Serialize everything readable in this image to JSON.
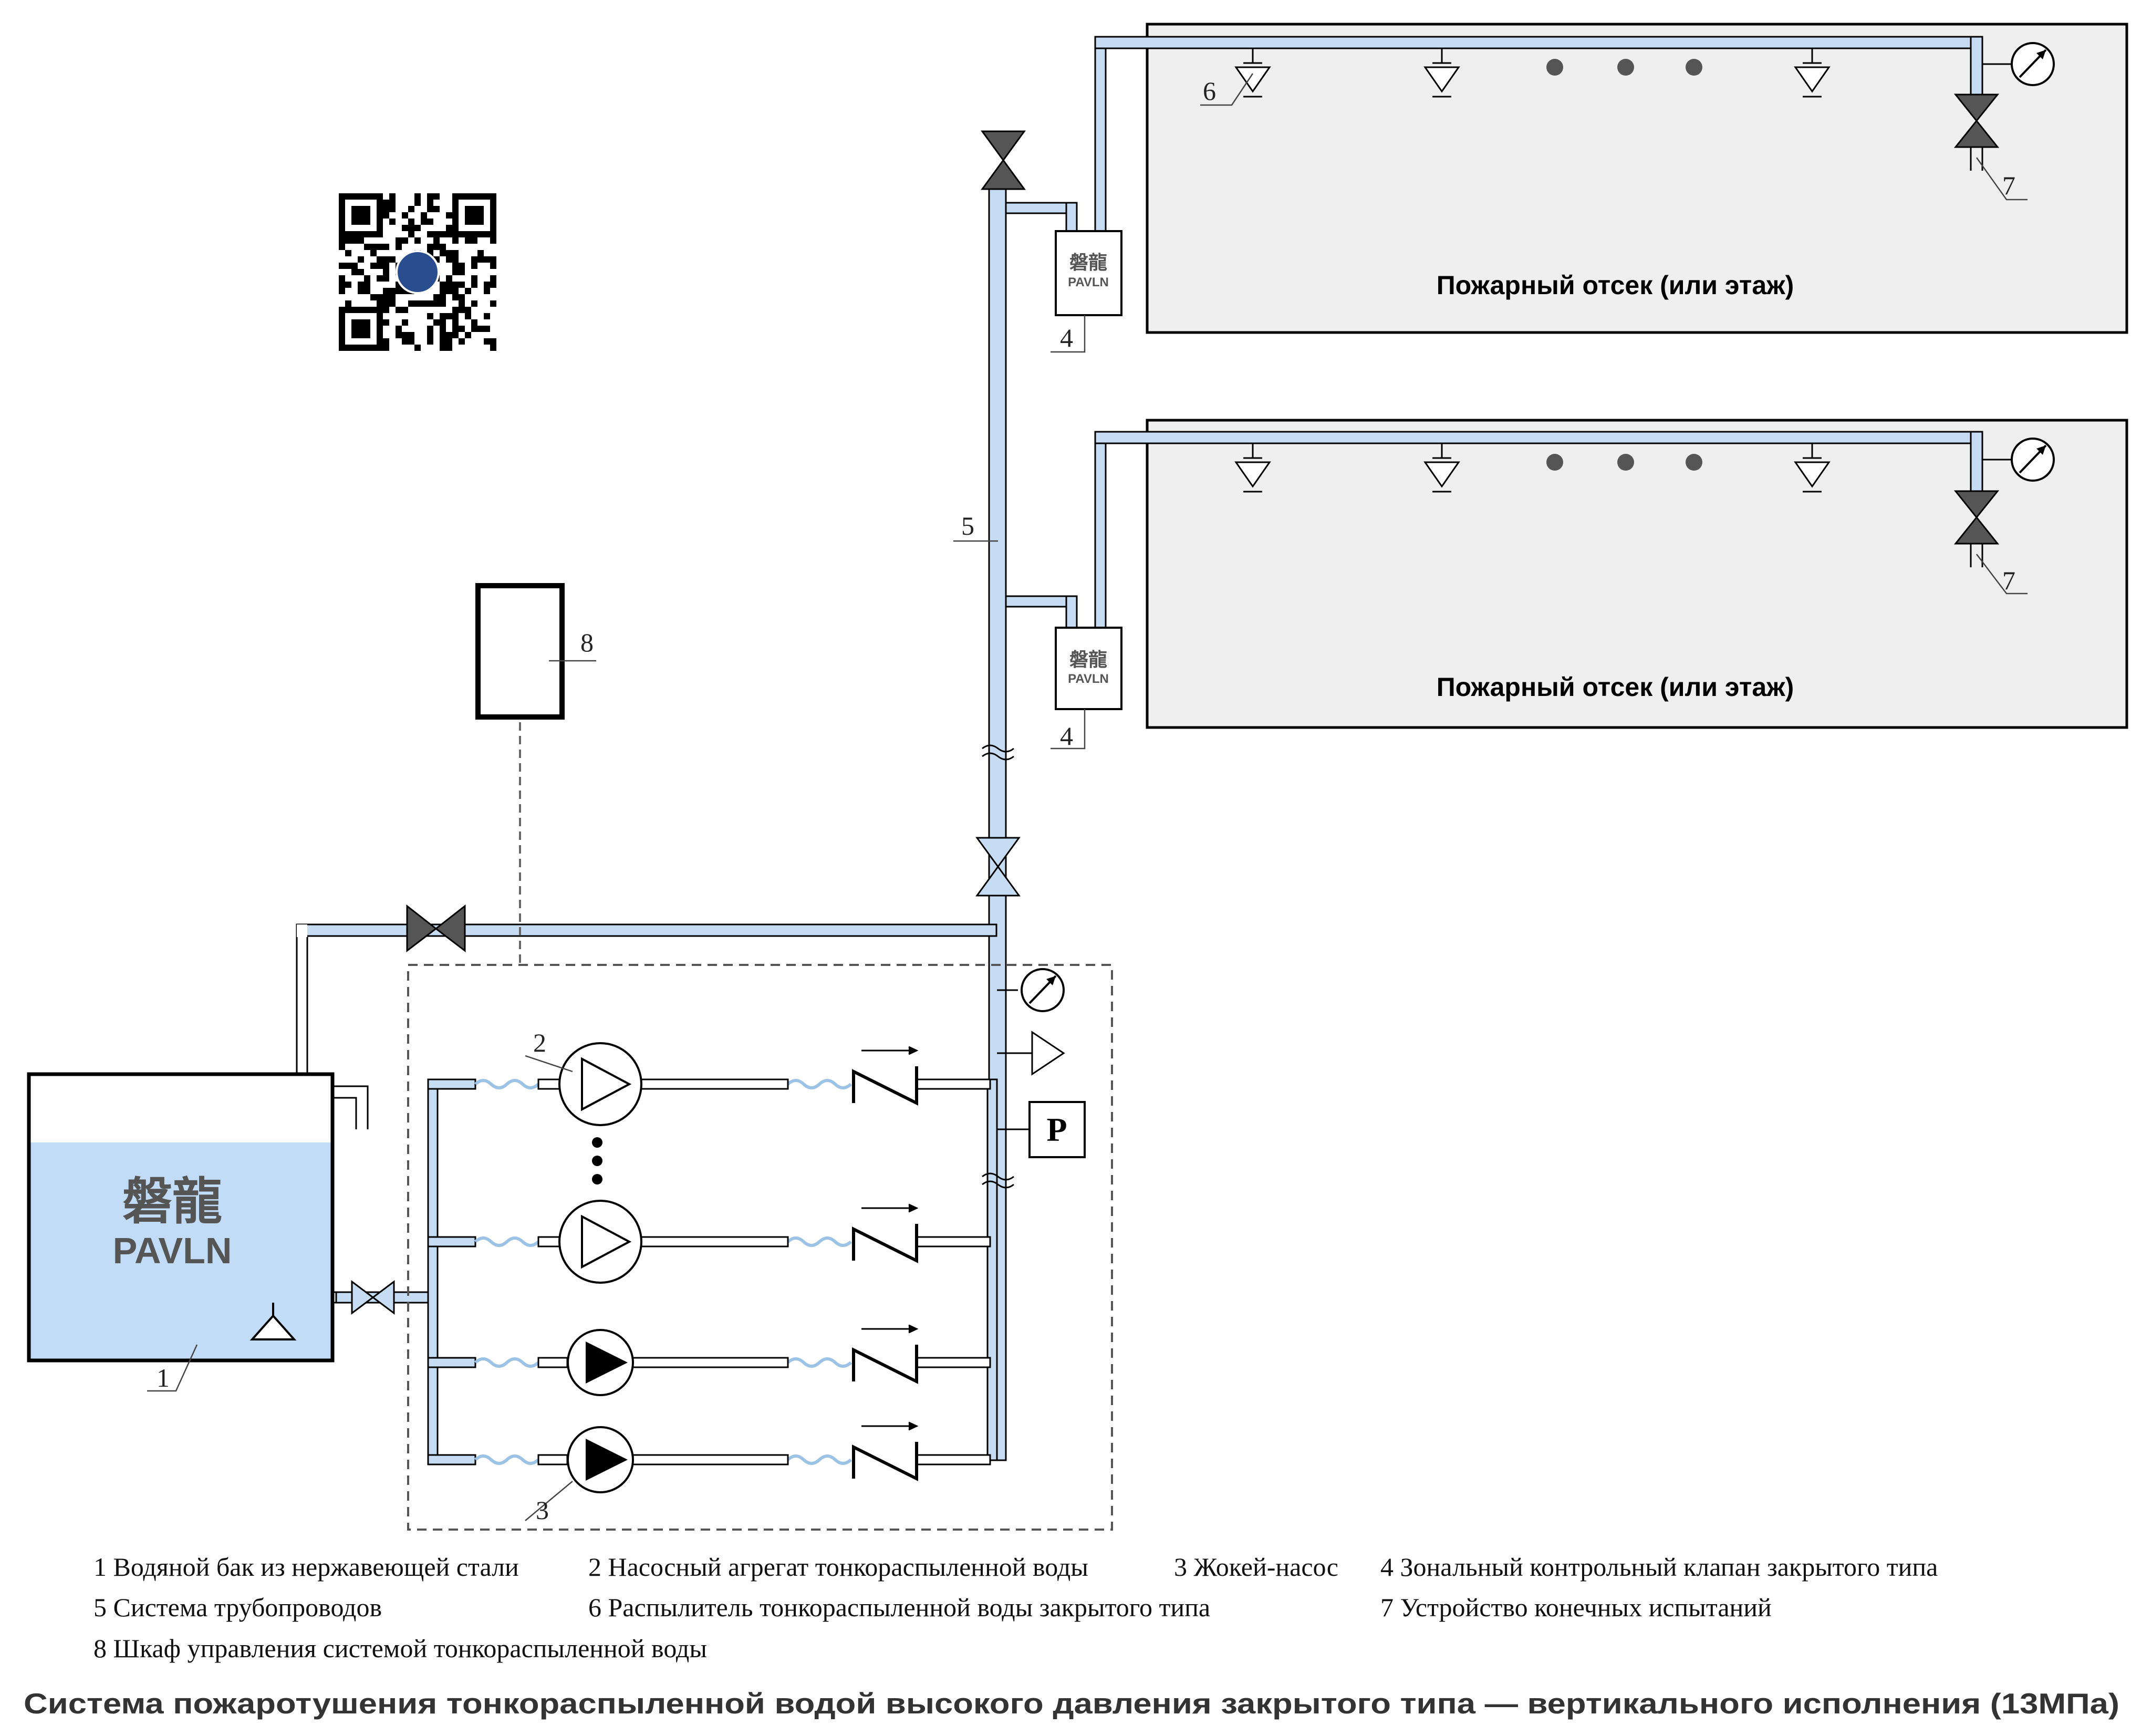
{
  "zones": [
    {
      "title": "Пожарный отсек (или этаж)"
    },
    {
      "title": "Пожарный отсек (или этаж)"
    }
  ],
  "brand": {
    "cn": "磐龍",
    "en": "PAVLN"
  },
  "instrument": {
    "pressure_switch": "P"
  },
  "callouts": {
    "n1": "1",
    "n2": "2",
    "n3": "3",
    "n4a": "4",
    "n4b": "4",
    "n5": "5",
    "n6": "6",
    "n7a": "7",
    "n7b": "7",
    "n8": "8"
  },
  "legend": {
    "row1": [
      "1 Водяной бак из нержавеющей стали",
      "2 Насосный агрегат тонкораспыленной воды",
      "3 Жокей-насос",
      "4 Зональный контрольный клапан закрытого типа"
    ],
    "row2": [
      "5 Система трубопроводов",
      "6 Распылитель тонкораспыленной воды закрытого типа",
      "7 Устройство конечных испытаний"
    ],
    "row3": [
      "8 Шкаф управления системой тонкораспыленной воды"
    ]
  },
  "caption": "Система пожаротушения тонкораспыленной водой высокого давления закрытого типа — вертикального исполнения (13МПа)",
  "colors": {
    "pipe_fill": "#c5dcf3",
    "tank_water": "#c2dcf7",
    "zone_fill": "#efefef",
    "valve_fill": "#555555"
  }
}
